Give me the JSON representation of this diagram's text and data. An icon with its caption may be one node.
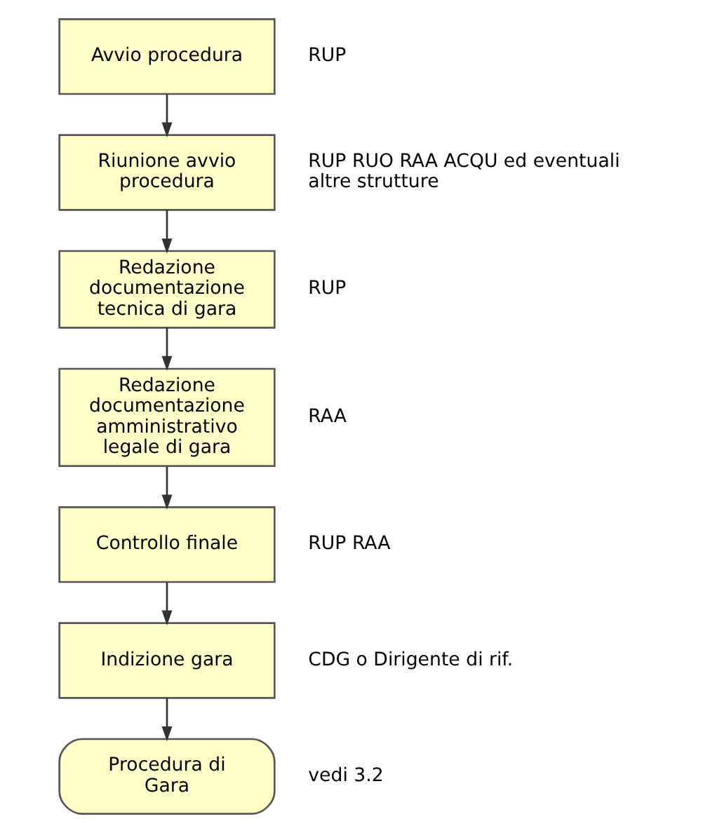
{
  "diagram": {
    "nodes": [
      {
        "text": [
          "Avvio procedura"
        ],
        "beside": [
          "RUP"
        ]
      },
      {
        "text": [
          "Riunione avvio procedura"
        ],
        "beside": [
          "RUP RUO RAA ACQU ed eventuali altre strutture"
        ]
      },
      {
        "text": [
          "Redazione documentazione tecnica di gara"
        ],
        "beside": [
          "RUP"
        ]
      },
      {
        "text": [
          "Redazione documentazione amministrativo legale di gara"
        ],
        "beside": [
          "RAA"
        ]
      },
      {
        "text": [
          "Controllo finale"
        ],
        "beside": [
          "RUP RAA"
        ]
      },
      {
        "text": [
          "Indizione gara"
        ],
        "beside": [
          "CDG o Dirigente di rif."
        ]
      },
      {
        "text": [
          "Procedura di Gara"
        ],
        "beside": [
          "vedi 3.2"
        ]
      }
    ],
    "edges": [
      {
        "from": 0,
        "to": 1,
        "arrow": "to"
      },
      {
        "from": 1,
        "to": 2,
        "arrow": "to"
      },
      {
        "from": 2,
        "to": 3,
        "arrow": "to"
      },
      {
        "from": 3,
        "to": 4,
        "arrow": "to"
      },
      {
        "from": 4,
        "to": 5,
        "arrow": "to"
      },
      {
        "from": 5,
        "to": 6,
        "arrow": "to"
      }
    ]
  }
}
